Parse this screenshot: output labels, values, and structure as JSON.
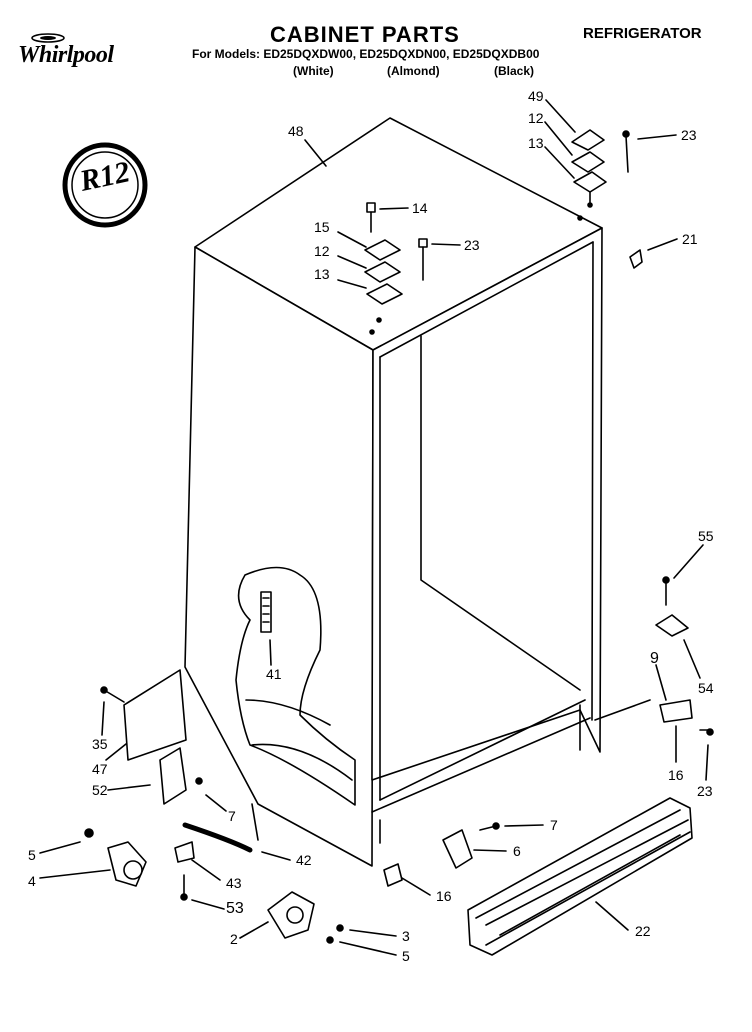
{
  "header": {
    "title": "CABINET PARTS",
    "category": "REFRIGERATOR",
    "models": "For Models: ED25DQXDW00, ED25DQXDN00, ED25DQXDB00",
    "finishes": [
      "(White)",
      "(Almond)",
      "(Black)"
    ]
  },
  "brand": {
    "name": "Whirlpool"
  },
  "badge": {
    "text": "R12"
  },
  "callouts": {
    "c48": "48",
    "c49": "49",
    "c12a": "12",
    "c13a": "13",
    "c23a": "23",
    "c14": "14",
    "c15": "15",
    "c12b": "12",
    "c13b": "13",
    "c23b": "23",
    "c21": "21",
    "c41": "41",
    "c55": "55",
    "c54": "54",
    "c9": "9",
    "c16a": "16",
    "c23c": "23",
    "c35": "35",
    "c47": "47",
    "c52": "52",
    "c7a": "7",
    "c5a": "5",
    "c4": "4",
    "c42": "42",
    "c43": "43",
    "c53": "53",
    "c2": "2",
    "c3": "3",
    "c5b": "5",
    "c7b": "7",
    "c6": "6",
    "c16b": "16",
    "c22": "22"
  }
}
